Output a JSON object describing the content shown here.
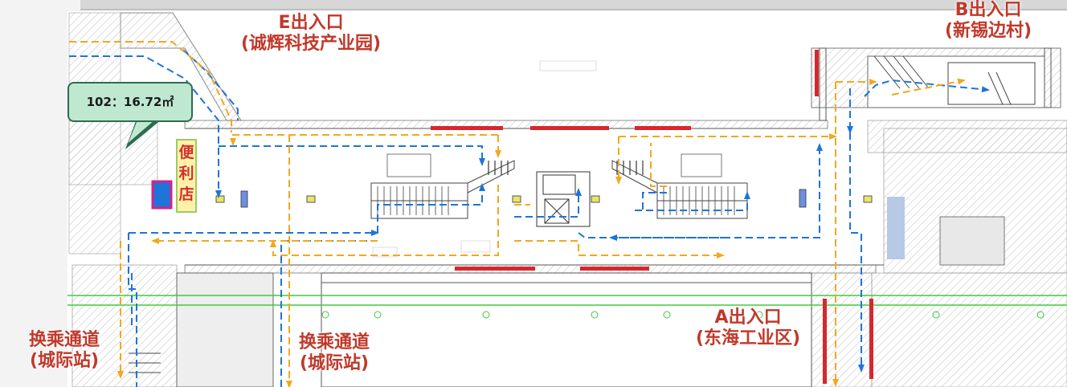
{
  "labels": {
    "exit_e_name": "E出入口",
    "exit_e_sub": "(诚辉科技产业园)",
    "exit_b_name": "B出入口",
    "exit_b_sub": "(新锡边村)",
    "exit_a_name": "A出入口",
    "exit_a_sub": "(东海工业区)",
    "transfer_left_name": "换乘通道",
    "transfer_left_sub": "(城际站)",
    "transfer_mid_name": "换乘通道",
    "transfer_mid_sub": "(城际站)"
  },
  "shop": {
    "char1": "便",
    "char2": "利",
    "char3": "店"
  },
  "callout": {
    "text": "102：16.72㎡"
  },
  "legend_colors": {
    "flow_blue": "#1e74d8",
    "flow_yellow": "#f2a81d",
    "label_red": "#c0392b",
    "wall_red": "#d9262c",
    "track_green": "#3ecb3e"
  }
}
